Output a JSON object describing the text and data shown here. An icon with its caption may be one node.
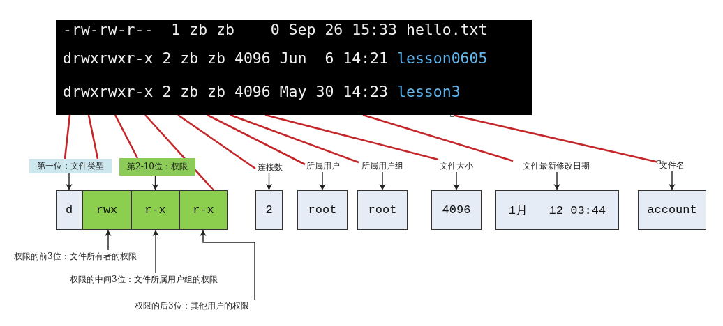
{
  "diagram": {
    "nodes": [
      {
        "text": [
          "-rw-rw-r--  1 zb zb    0 Sep 26 15:33",
          "hello.txt",
          "drwxrwxr-x 2 zb zb 4096 Jun  6 14:21",
          "lesson0605",
          "drwxrwxr-x 2 zb zb 4096 May 30 14:23",
          "lesson3"
        ]
      },
      {
        "text": [
          "第一位：文件类型"
        ]
      },
      {
        "text": [
          "第2-10位：权限"
        ]
      },
      {
        "text": [
          "连接数"
        ]
      },
      {
        "text": [
          "所属用户"
        ]
      },
      {
        "text": [
          "所属用户组"
        ]
      },
      {
        "text": [
          "文件大小"
        ]
      },
      {
        "text": [
          "文件最新修改日期"
        ]
      },
      {
        "text": [
          "文件名"
        ]
      },
      {
        "text": [
          "d"
        ]
      },
      {
        "text": [
          "rwx"
        ]
      },
      {
        "text": [
          "r-x"
        ]
      },
      {
        "text": [
          "r-x"
        ]
      },
      {
        "text": [
          "2"
        ]
      },
      {
        "text": [
          "root"
        ]
      },
      {
        "text": [
          "root"
        ]
      },
      {
        "text": [
          "4096"
        ]
      },
      {
        "text": [
          "1月   12 03:44"
        ]
      },
      {
        "text": [
          "account"
        ]
      },
      {
        "text": [
          "权限的前3位：文件所有者的权限"
        ]
      },
      {
        "text": [
          "权限的中间3位：文件所属用户组的权限"
        ]
      },
      {
        "text": [
          "权限的后3位：其他用户的权限"
        ]
      }
    ],
    "edges": [
      {
        "from": 0,
        "to": 1,
        "arrow": "none",
        "color": "#c4262a"
      },
      {
        "from": 0,
        "to": 1,
        "arrow": "none",
        "color": "#c4262a"
      },
      {
        "from": 0,
        "to": 2,
        "arrow": "none",
        "color": "#c4262a"
      },
      {
        "from": 0,
        "to": 12,
        "arrow": "none",
        "color": "#c4262a"
      },
      {
        "from": 0,
        "to": 3,
        "arrow": "none",
        "color": "#c4262a"
      },
      {
        "from": 0,
        "to": 4,
        "arrow": "none",
        "color": "#c4262a"
      },
      {
        "from": 0,
        "to": 5,
        "arrow": "none",
        "color": "#c4262a"
      },
      {
        "from": 0,
        "to": 6,
        "arrow": "none",
        "color": "#c4262a"
      },
      {
        "from": 0,
        "to": 7,
        "arrow": "none",
        "color": "#c4262a"
      },
      {
        "from": 0,
        "to": 8,
        "arrow": "other",
        "color": "#c4262a"
      },
      {
        "from": 1,
        "to": 9,
        "arrow": "to"
      },
      {
        "from": 2,
        "to": 11,
        "arrow": "to"
      },
      {
        "from": 3,
        "to": 13,
        "arrow": "to"
      },
      {
        "from": 4,
        "to": 14,
        "arrow": "to"
      },
      {
        "from": 5,
        "to": 15,
        "arrow": "to"
      },
      {
        "from": 6,
        "to": 16,
        "arrow": "to"
      },
      {
        "from": 7,
        "to": 17,
        "arrow": "to"
      },
      {
        "from": 8,
        "to": 18,
        "arrow": "to"
      },
      {
        "from": 19,
        "to": 10,
        "arrow": "to"
      },
      {
        "from": 20,
        "to": 11,
        "arrow": "to"
      },
      {
        "from": 21,
        "to": 12,
        "arrow": "to"
      }
    ]
  }
}
